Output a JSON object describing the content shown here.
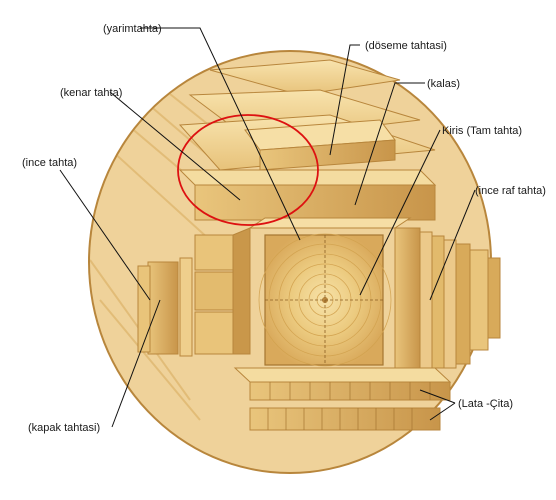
{
  "labels": {
    "yarimtahta": "(yarimtahta)",
    "doseme_tahtasi": "(döseme tahtasi)",
    "kenar_tahta": "(kenar tahta)",
    "kalas": "(kalas)",
    "kiris": "Kiris (Tam tahta)",
    "ince_tahta": "(ince tahta)",
    "ince_raf_tahta": "(ince raf tahta)",
    "lata_cita": "(Lata -Çita)",
    "kapak_tahtasi": "(kapak tahtasi)"
  },
  "colors": {
    "bark": "#b8863c",
    "bark_dark": "#8a5e22",
    "wood_light": "#f3d79a",
    "wood_mid": "#e6bd6c",
    "wood_dark": "#c9974a",
    "highlight_circle": "#dd1111"
  }
}
